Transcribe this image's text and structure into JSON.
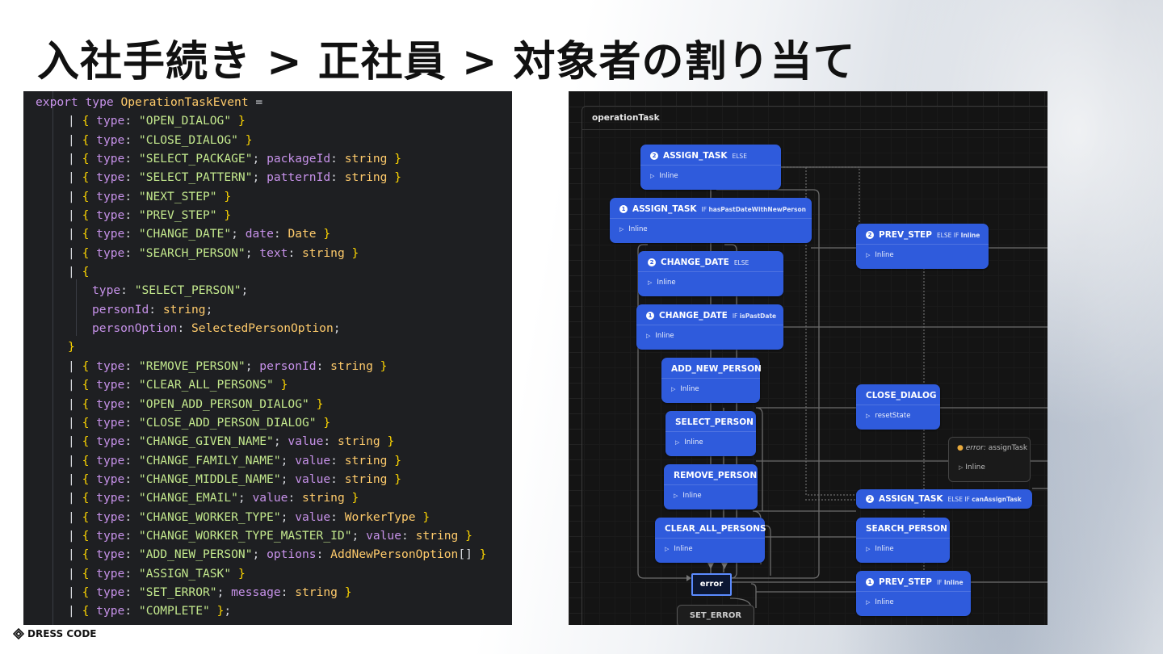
{
  "title": "入社手続き > 正社員 >  対象者の割り当て",
  "logo": {
    "text": "DRESS CODE",
    "icon": "dress-code-logo"
  },
  "code_lines": [
    [
      [
        "k",
        "export"
      ],
      [
        "",
        ""
      ],
      [
        "k",
        " type"
      ],
      [
        "t",
        " OperationTaskEvent"
      ],
      [
        "",
        " ="
      ]
    ],
    [
      [
        "",
        ""
      ]
    ],
    [
      [
        "",
        ""
      ]
    ]
  ],
  "code": [
    {
      "indent": 0,
      "text": "export type OperationTaskEvent ="
    },
    {
      "indent": 1,
      "text": "| { type: \"OPEN_DIALOG\" }"
    },
    {
      "indent": 1,
      "text": "| { type: \"CLOSE_DIALOG\" }"
    },
    {
      "indent": 1,
      "text": "| { type: \"SELECT_PACKAGE\"; packageId: string }"
    },
    {
      "indent": 1,
      "text": "| { type: \"SELECT_PATTERN\"; patternId: string }"
    },
    {
      "indent": 1,
      "text": "| { type: \"NEXT_STEP\" }"
    },
    {
      "indent": 1,
      "text": "| { type: \"PREV_STEP\" }"
    },
    {
      "indent": 1,
      "text": "| { type: \"CHANGE_DATE\"; date: Date }"
    },
    {
      "indent": 1,
      "text": "| { type: \"SEARCH_PERSON\"; text: string }"
    },
    {
      "indent": 1,
      "text": "| {"
    },
    {
      "indent": 2,
      "text": "type: \"SELECT_PERSON\";"
    },
    {
      "indent": 2,
      "text": "personId: string;"
    },
    {
      "indent": 2,
      "text": "personOption: SelectedPersonOption;"
    },
    {
      "indent": 1,
      "text": "}"
    },
    {
      "indent": 1,
      "text": "| { type: \"REMOVE_PERSON\"; personId: string }"
    },
    {
      "indent": 1,
      "text": "| { type: \"CLEAR_ALL_PERSONS\" }"
    },
    {
      "indent": 1,
      "text": "| { type: \"OPEN_ADD_PERSON_DIALOG\" }"
    },
    {
      "indent": 1,
      "text": "| { type: \"CLOSE_ADD_PERSON_DIALOG\" }"
    },
    {
      "indent": 1,
      "text": "| { type: \"CHANGE_GIVEN_NAME\"; value: string }"
    },
    {
      "indent": 1,
      "text": "| { type: \"CHANGE_FAMILY_NAME\"; value: string }"
    },
    {
      "indent": 1,
      "text": "| { type: \"CHANGE_MIDDLE_NAME\"; value: string }"
    },
    {
      "indent": 1,
      "text": "| { type: \"CHANGE_EMAIL\"; value: string }"
    },
    {
      "indent": 1,
      "text": "| { type: \"CHANGE_WORKER_TYPE\"; value: WorkerType }"
    },
    {
      "indent": 1,
      "text": "| { type: \"CHANGE_WORKER_TYPE_MASTER_ID\"; value: string }"
    },
    {
      "indent": 1,
      "text": "| { type: \"ADD_NEW_PERSON\"; options: AddNewPersonOption[] }"
    },
    {
      "indent": 1,
      "text": "| { type: \"ASSIGN_TASK\" }"
    },
    {
      "indent": 1,
      "text": "| { type: \"SET_ERROR\"; message: string }"
    },
    {
      "indent": 1,
      "text": "| { type: \"COMPLETE\" };"
    }
  ],
  "diagram": {
    "root_label": "operationTask",
    "nodes": [
      {
        "id": "n1",
        "name": "ASSIGN_TASK",
        "icon": "2",
        "cond": "ELSE",
        "cond_strong": "",
        "action": "Inline"
      },
      {
        "id": "n2",
        "name": "ASSIGN_TASK",
        "icon": "1",
        "cond": "IF",
        "cond_strong": "hasPastDateWithNewPerson",
        "action": "Inline"
      },
      {
        "id": "n3",
        "name": "CHANGE_DATE",
        "icon": "2",
        "cond": "ELSE",
        "cond_strong": "",
        "action": "Inline"
      },
      {
        "id": "n4",
        "name": "CHANGE_DATE",
        "icon": "1",
        "cond": "IF",
        "cond_strong": "isPastDate",
        "action": "Inline"
      },
      {
        "id": "n5",
        "name": "ADD_NEW_PERSON",
        "icon": "",
        "cond": "",
        "cond_strong": "",
        "action": "Inline"
      },
      {
        "id": "n6",
        "name": "SELECT_PERSON",
        "icon": "",
        "cond": "",
        "cond_strong": "",
        "action": "Inline"
      },
      {
        "id": "n7",
        "name": "REMOVE_PERSON",
        "icon": "",
        "cond": "",
        "cond_strong": "",
        "action": "Inline"
      },
      {
        "id": "n8",
        "name": "CLEAR_ALL_PERSONS",
        "icon": "",
        "cond": "",
        "cond_strong": "",
        "action": "Inline"
      },
      {
        "id": "n9",
        "name": "PREV_STEP",
        "icon": "2",
        "cond": "ELSE IF",
        "cond_strong": "Inline",
        "action": "Inline"
      },
      {
        "id": "n10",
        "name": "CLOSE_DIALOG",
        "icon": "",
        "cond": "",
        "cond_strong": "",
        "action": "resetState"
      },
      {
        "id": "n11",
        "name": "ASSIGN_TASK",
        "icon": "2",
        "cond": "ELSE IF",
        "cond_strong": "canAssignTask",
        "action": ""
      },
      {
        "id": "n12",
        "name": "SEARCH_PERSON",
        "icon": "",
        "cond": "",
        "cond_strong": "",
        "action": "Inline"
      },
      {
        "id": "n13",
        "name": "PREV_STEP",
        "icon": "1",
        "cond": "IF",
        "cond_strong": "Inline",
        "action": "Inline"
      }
    ],
    "error_state": "error",
    "ghost": {
      "label": "error:",
      "value": "assignTask",
      "action": "Inline"
    },
    "set_error": "SET_ERROR"
  }
}
